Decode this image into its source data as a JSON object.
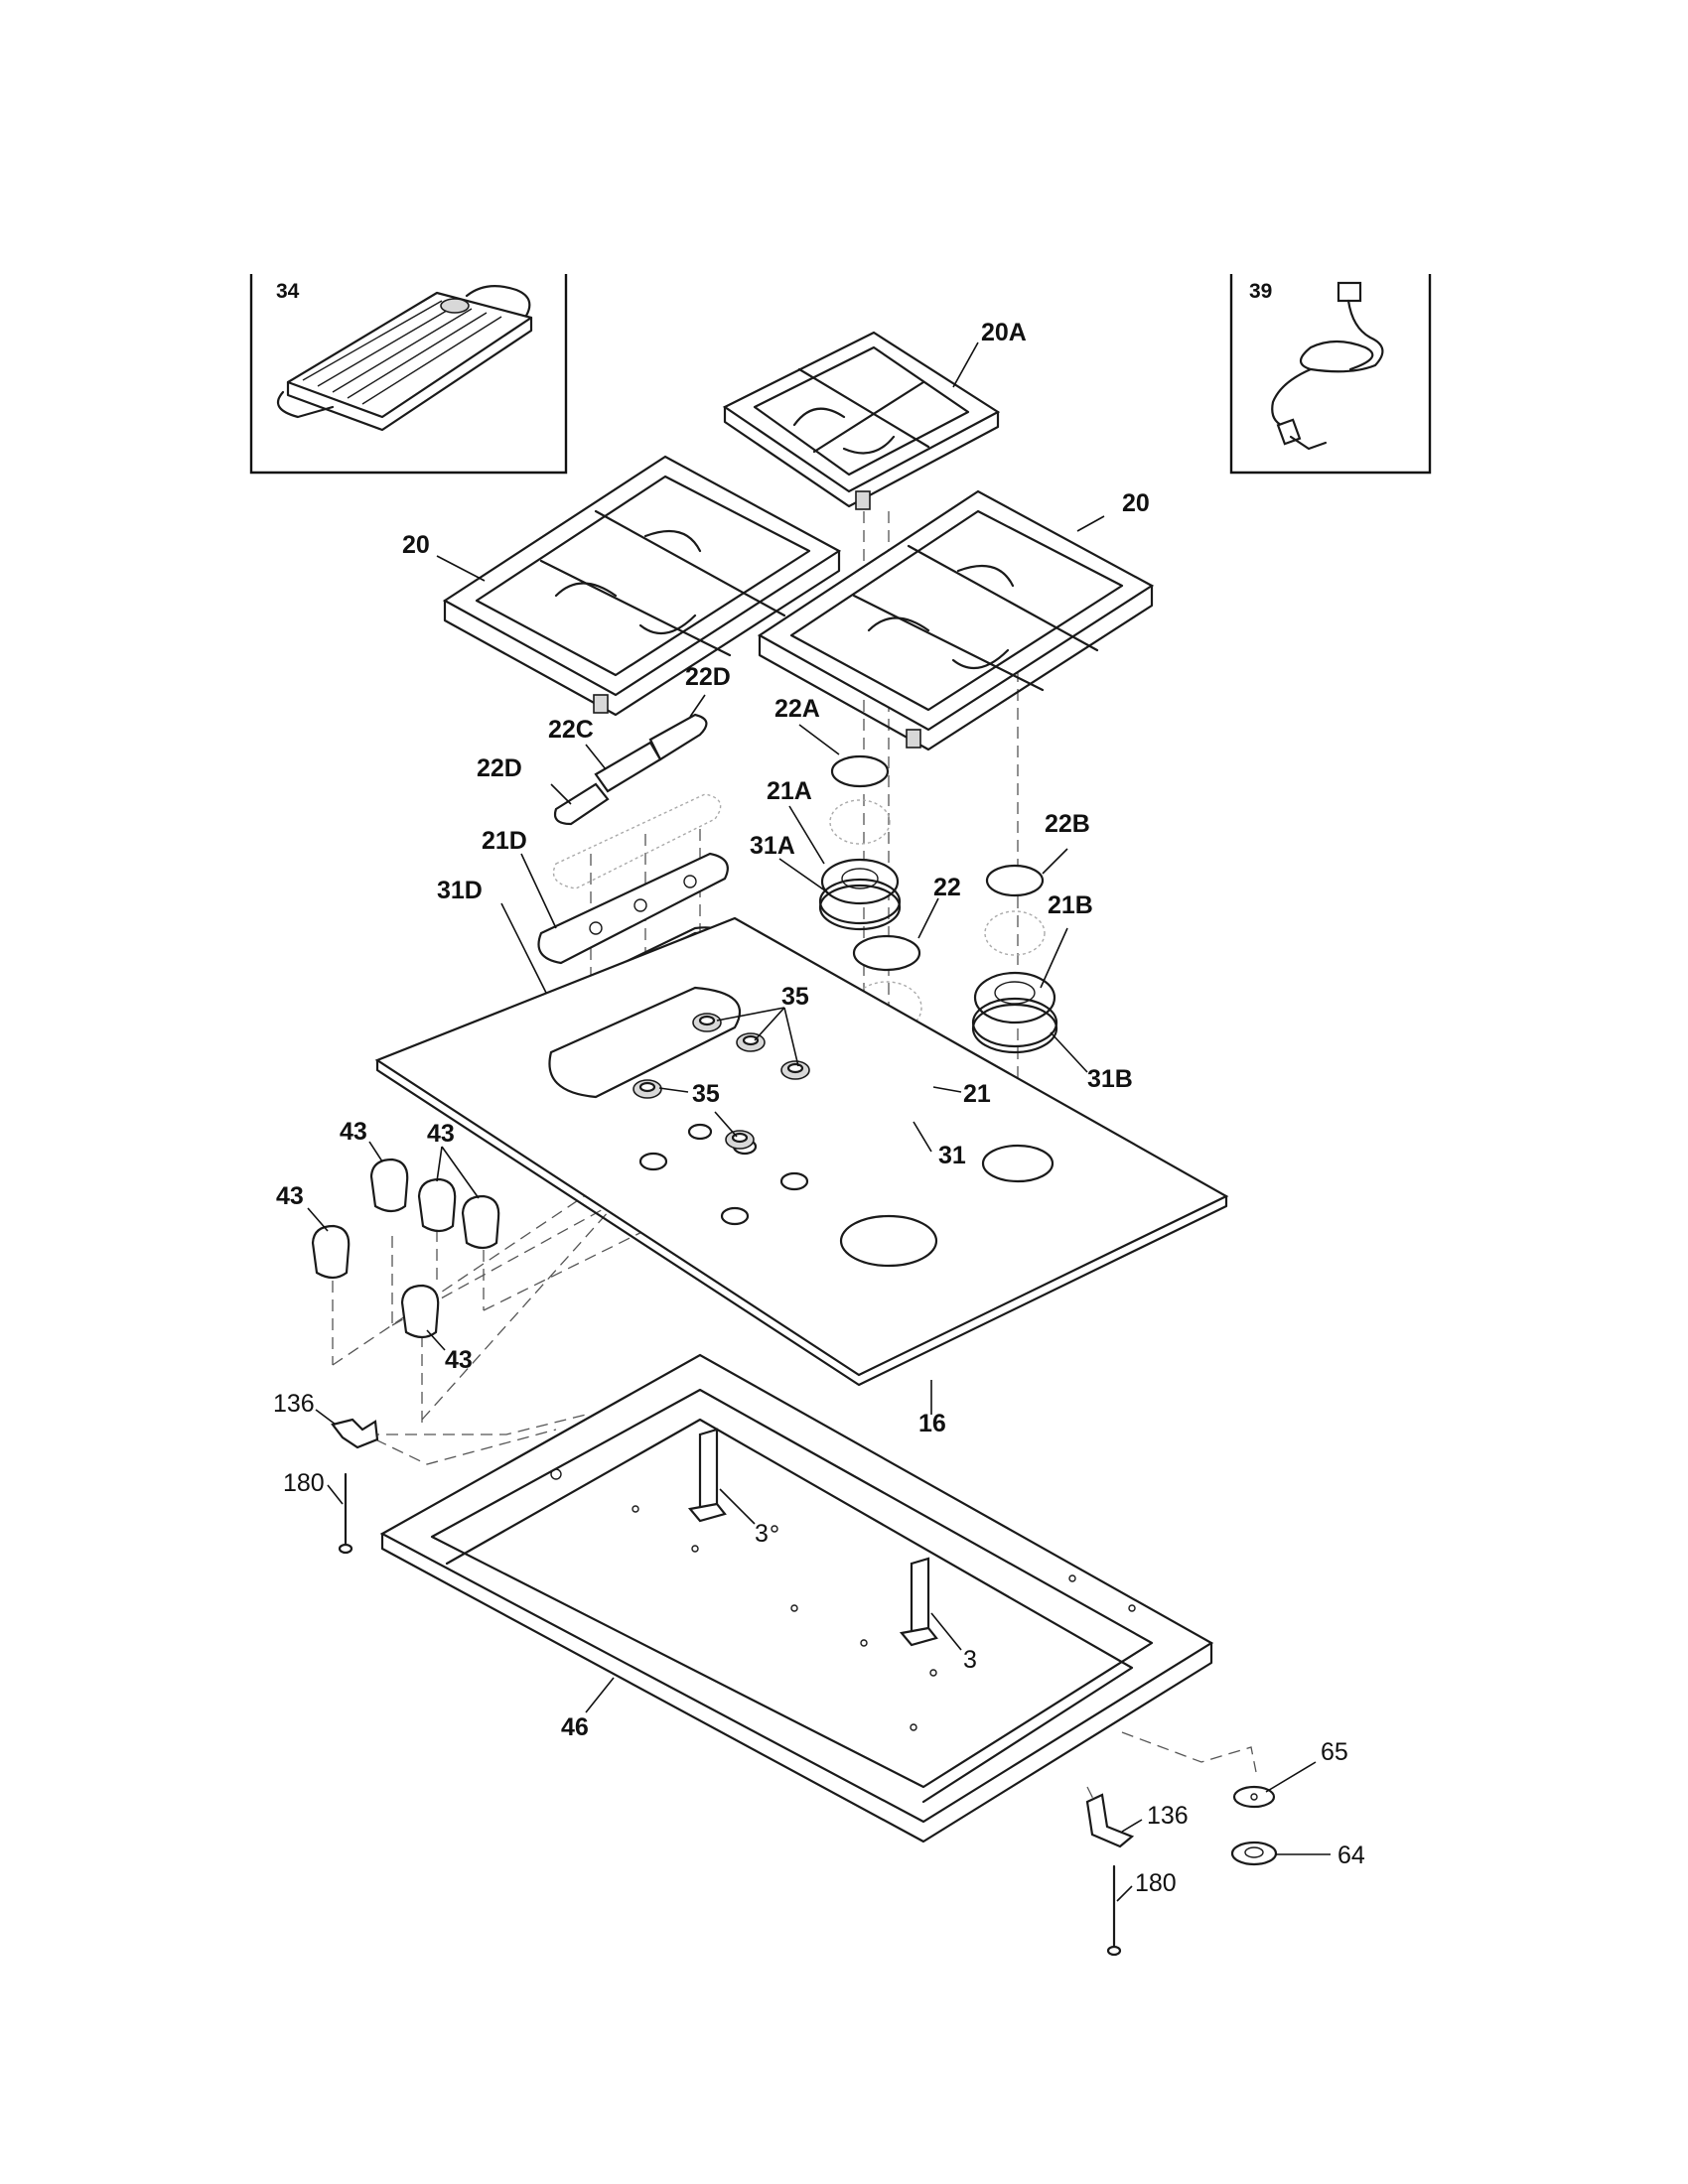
{
  "insets": {
    "griddle": {
      "label": "34"
    },
    "power_cord": {
      "label": "39"
    }
  },
  "labels": {
    "grate_center": "20A",
    "grate_left": "20",
    "grate_right": "20",
    "cap_22d_top": "22D",
    "cap_22c": "22C",
    "cap_22d_left": "22D",
    "cap_22a": "22A",
    "head_21a": "21A",
    "ring_31a": "31A",
    "head_21d": "21D",
    "ring_31d": "31D",
    "cap_22b": "22B",
    "head_21b": "21B",
    "cap_22": "22",
    "ring_31b": "31B",
    "seal_35_top": "35",
    "seal_35_bottom": "35",
    "head_21": "21",
    "ring_31": "31",
    "knob_43_a": "43",
    "knob_43_b": "43",
    "knob_43_c": "43",
    "knob_43_d": "43",
    "cooktop_16": "16",
    "bracket_136_left": "136",
    "screw_180_left": "180",
    "bracket_3_a": "3",
    "bracket_3_b": "3",
    "burner_box_46": "46",
    "part_65": "65",
    "part_64": "64",
    "bracket_136_right": "136",
    "screw_180_right": "180"
  }
}
